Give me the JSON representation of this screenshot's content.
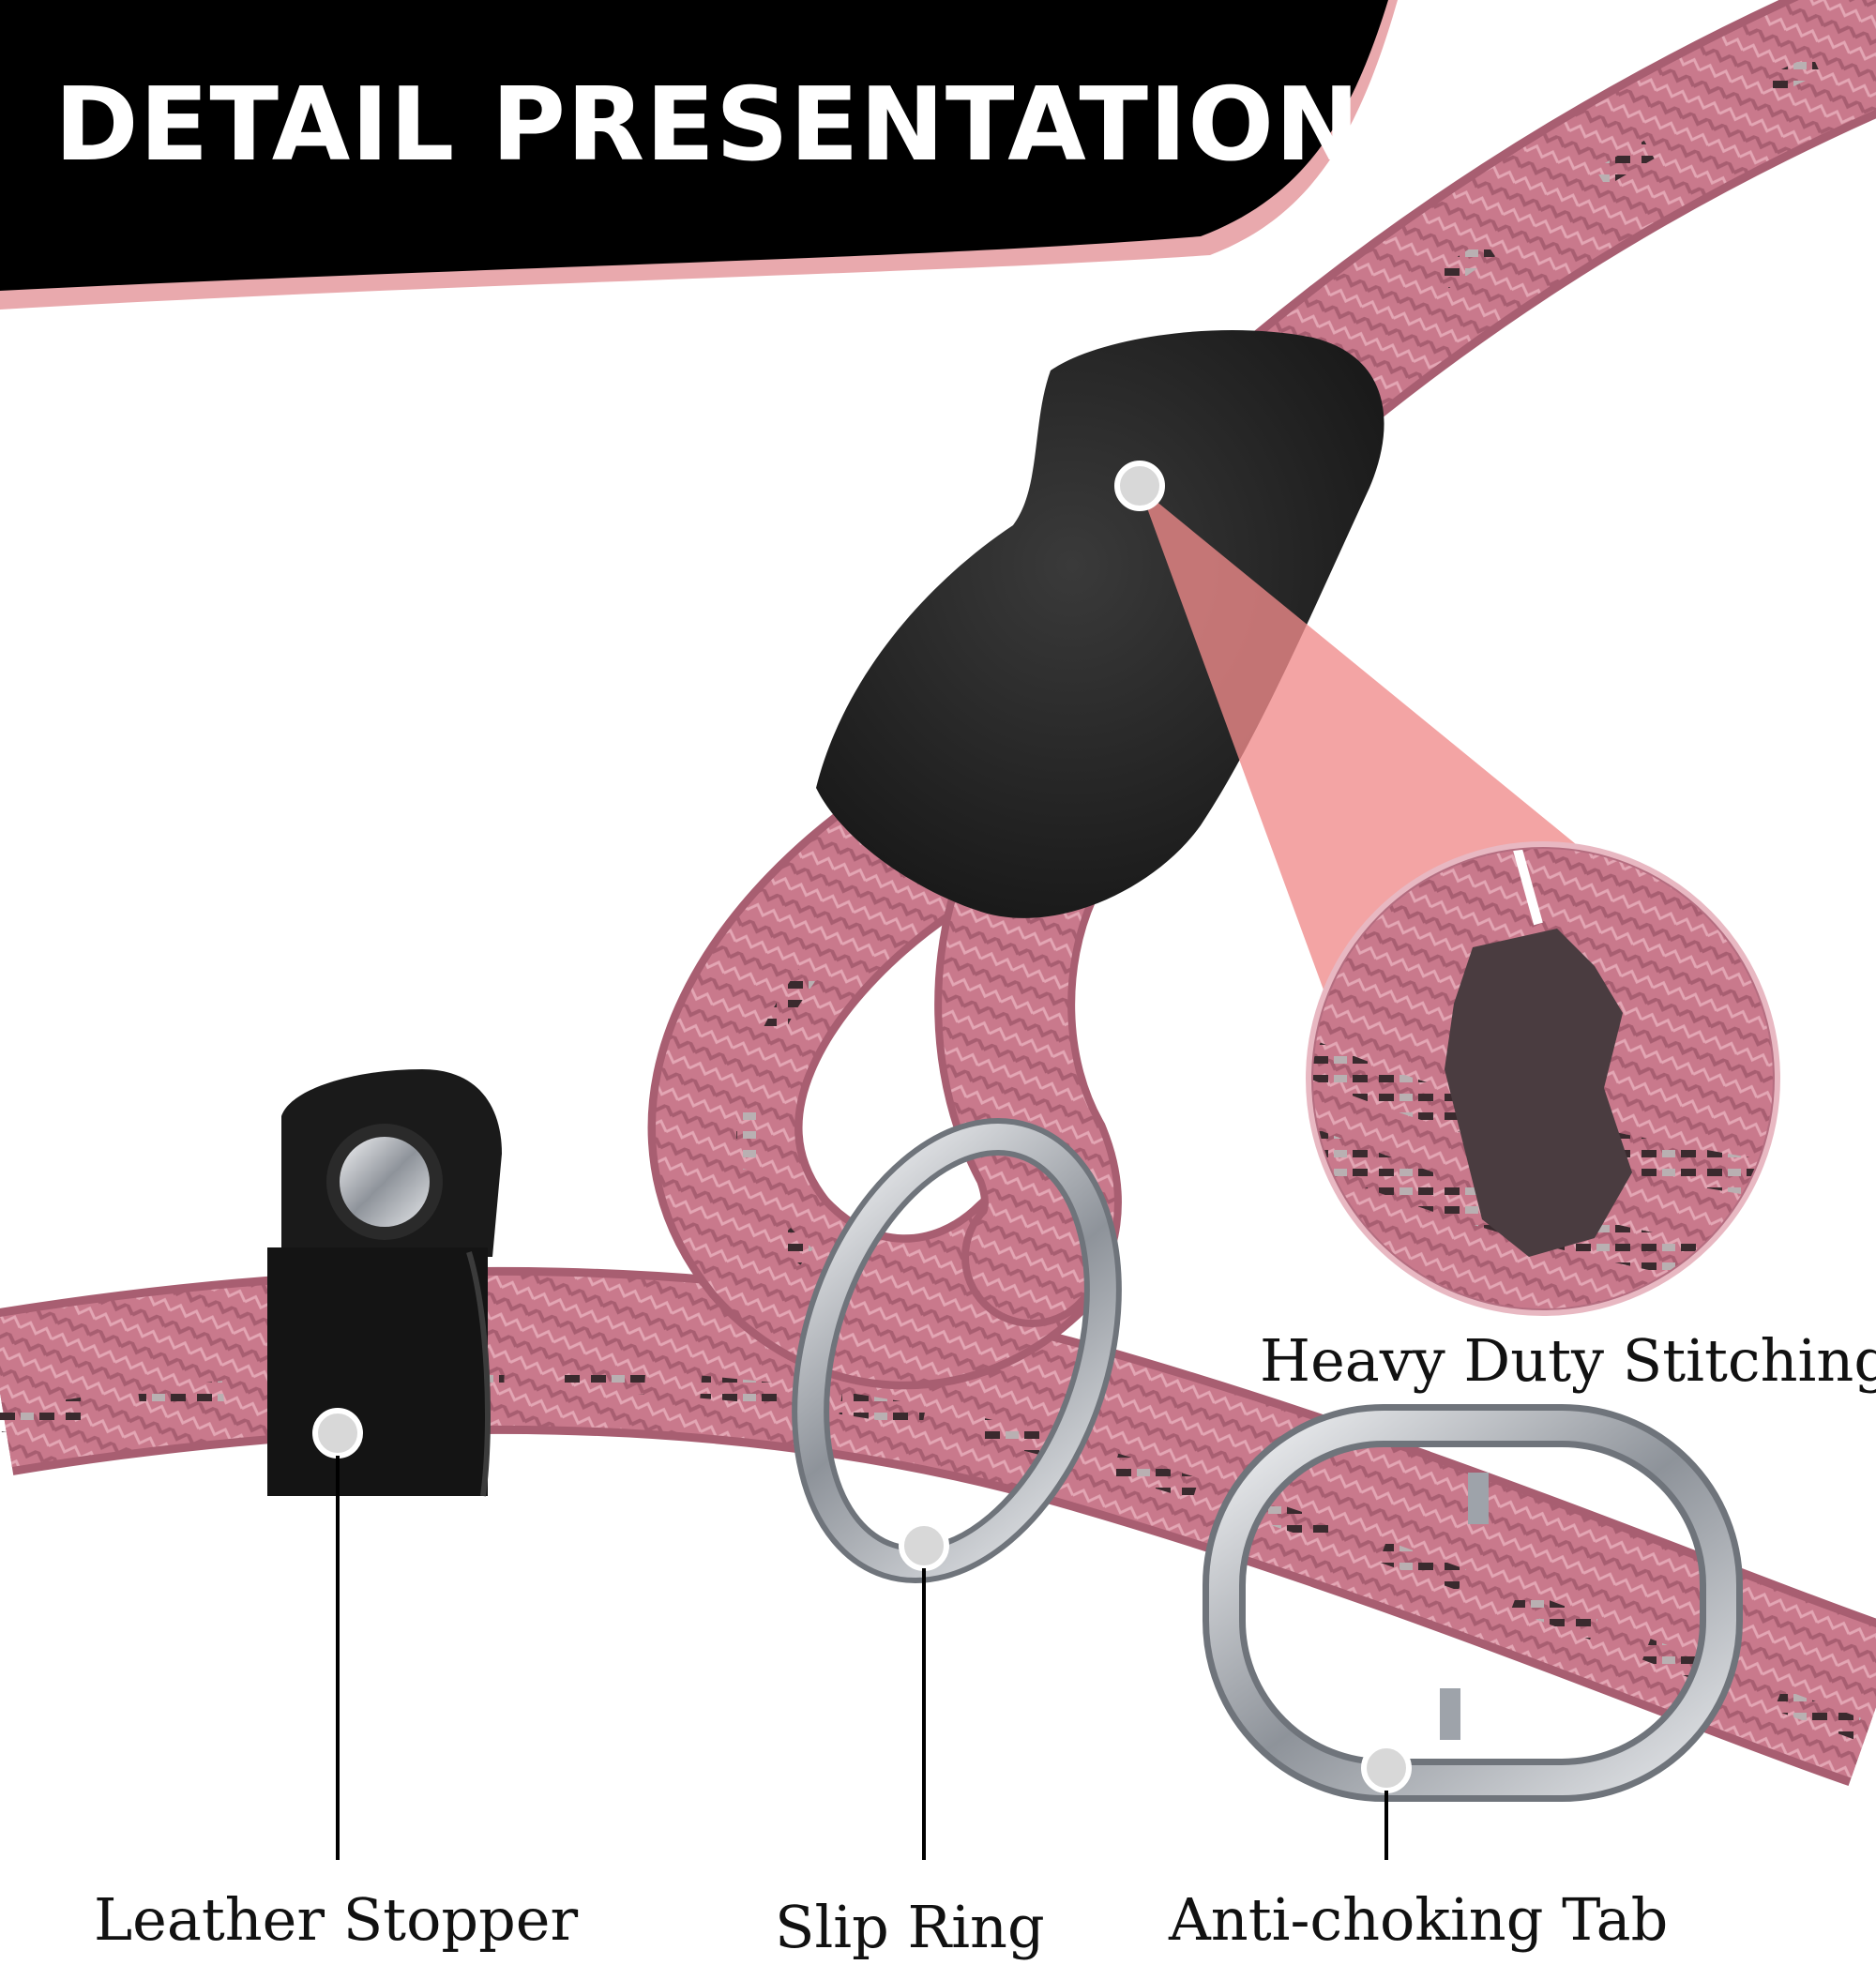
{
  "header": {
    "title": "DETAIL PRESENTATION"
  },
  "callouts": [
    {
      "id": "stitching",
      "label": "Heavy Duty Stitching"
    },
    {
      "id": "leather",
      "label": "Leather Stopper"
    },
    {
      "id": "slip",
      "label": "Slip Ring"
    },
    {
      "id": "anti",
      "label": "Anti-choking Tab"
    }
  ],
  "colors": {
    "banner": "#000000",
    "banner_accent": "#e9a9ad",
    "rope": "#c9798c",
    "rope_pattern": "#3a2a2e",
    "reflective": "#b9b0b2",
    "rubber": "#1d1d1d",
    "metal": "#b8bcc2",
    "callout_cone": "#f08a8a"
  }
}
